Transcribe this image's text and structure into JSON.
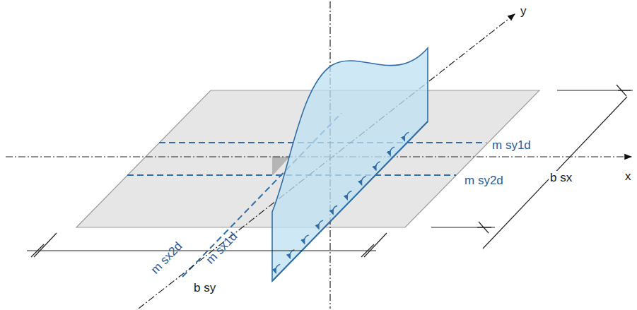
{
  "diagram": {
    "labels": [
      "y",
      "x",
      "m sy1d",
      "m sy2d",
      "b sx",
      "m sx2d",
      "m sx1d",
      "b sy"
    ]
  }
}
